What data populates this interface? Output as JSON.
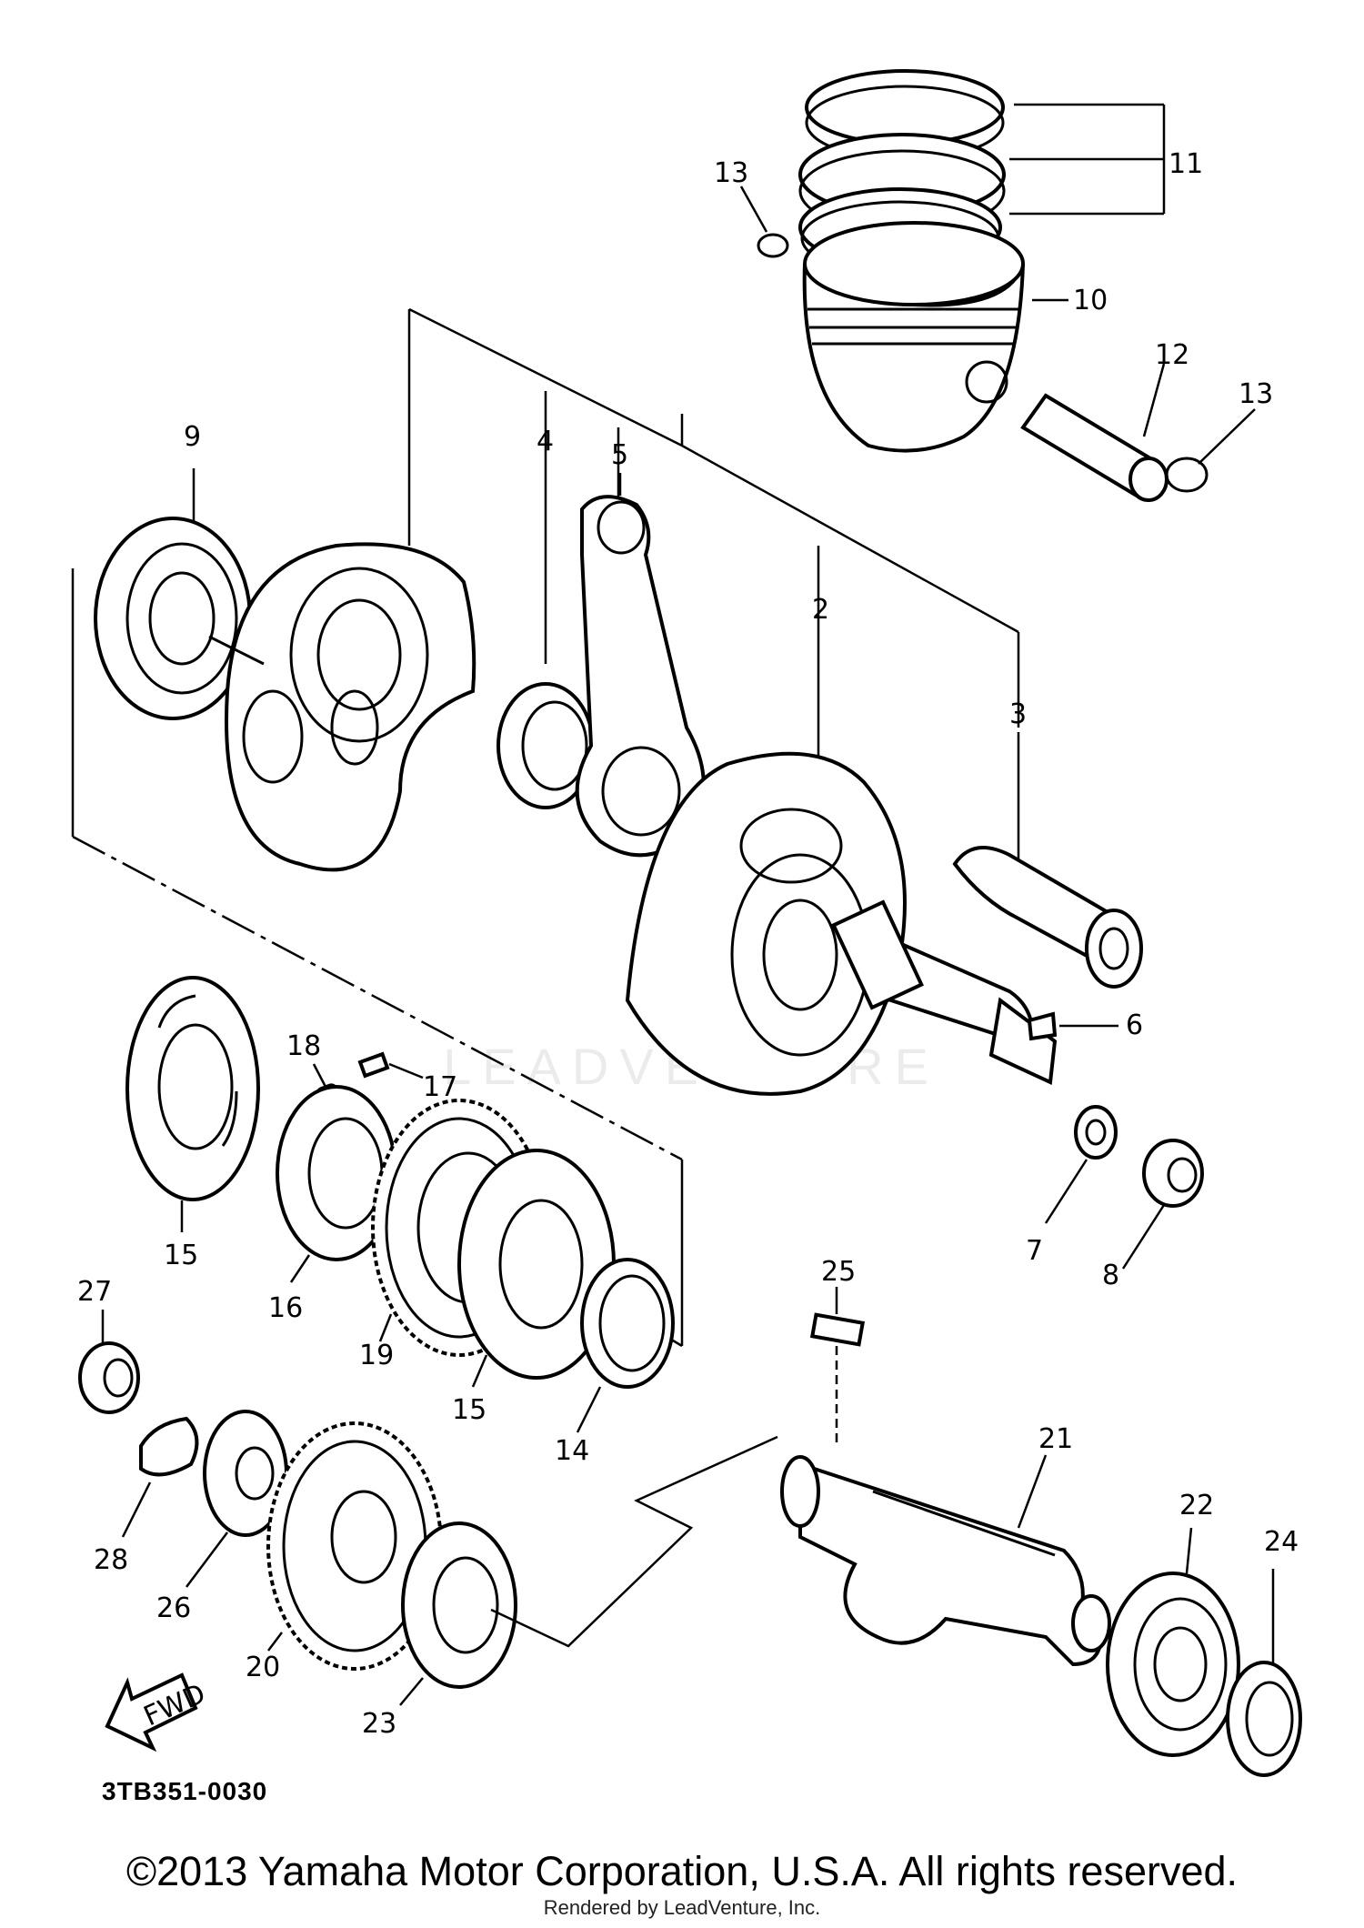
{
  "diagram": {
    "figure_code": "3TB351-0030",
    "fwd_label": "FWD",
    "watermark": "LEADVENTURE",
    "copyright": "©2013 Yamaha Motor Corporation, U.S.A. All rights reserved.",
    "rendered_by": "Rendered by LeadVenture, Inc.",
    "callouts": {
      "c2": "2",
      "c3": "3",
      "c4": "4",
      "c5": "5",
      "c6": "6",
      "c7": "7",
      "c8": "8",
      "c9": "9",
      "c10": "10",
      "c11": "11",
      "c12": "12",
      "c13a": "13",
      "c13b": "13",
      "c14": "14",
      "c15a": "15",
      "c15b": "15",
      "c16": "16",
      "c17": "17",
      "c18": "18",
      "c19": "19",
      "c20": "20",
      "c21": "21",
      "c22": "22",
      "c23": "23",
      "c24": "24",
      "c25": "25",
      "c26": "26",
      "c27": "27",
      "c28": "28"
    }
  }
}
